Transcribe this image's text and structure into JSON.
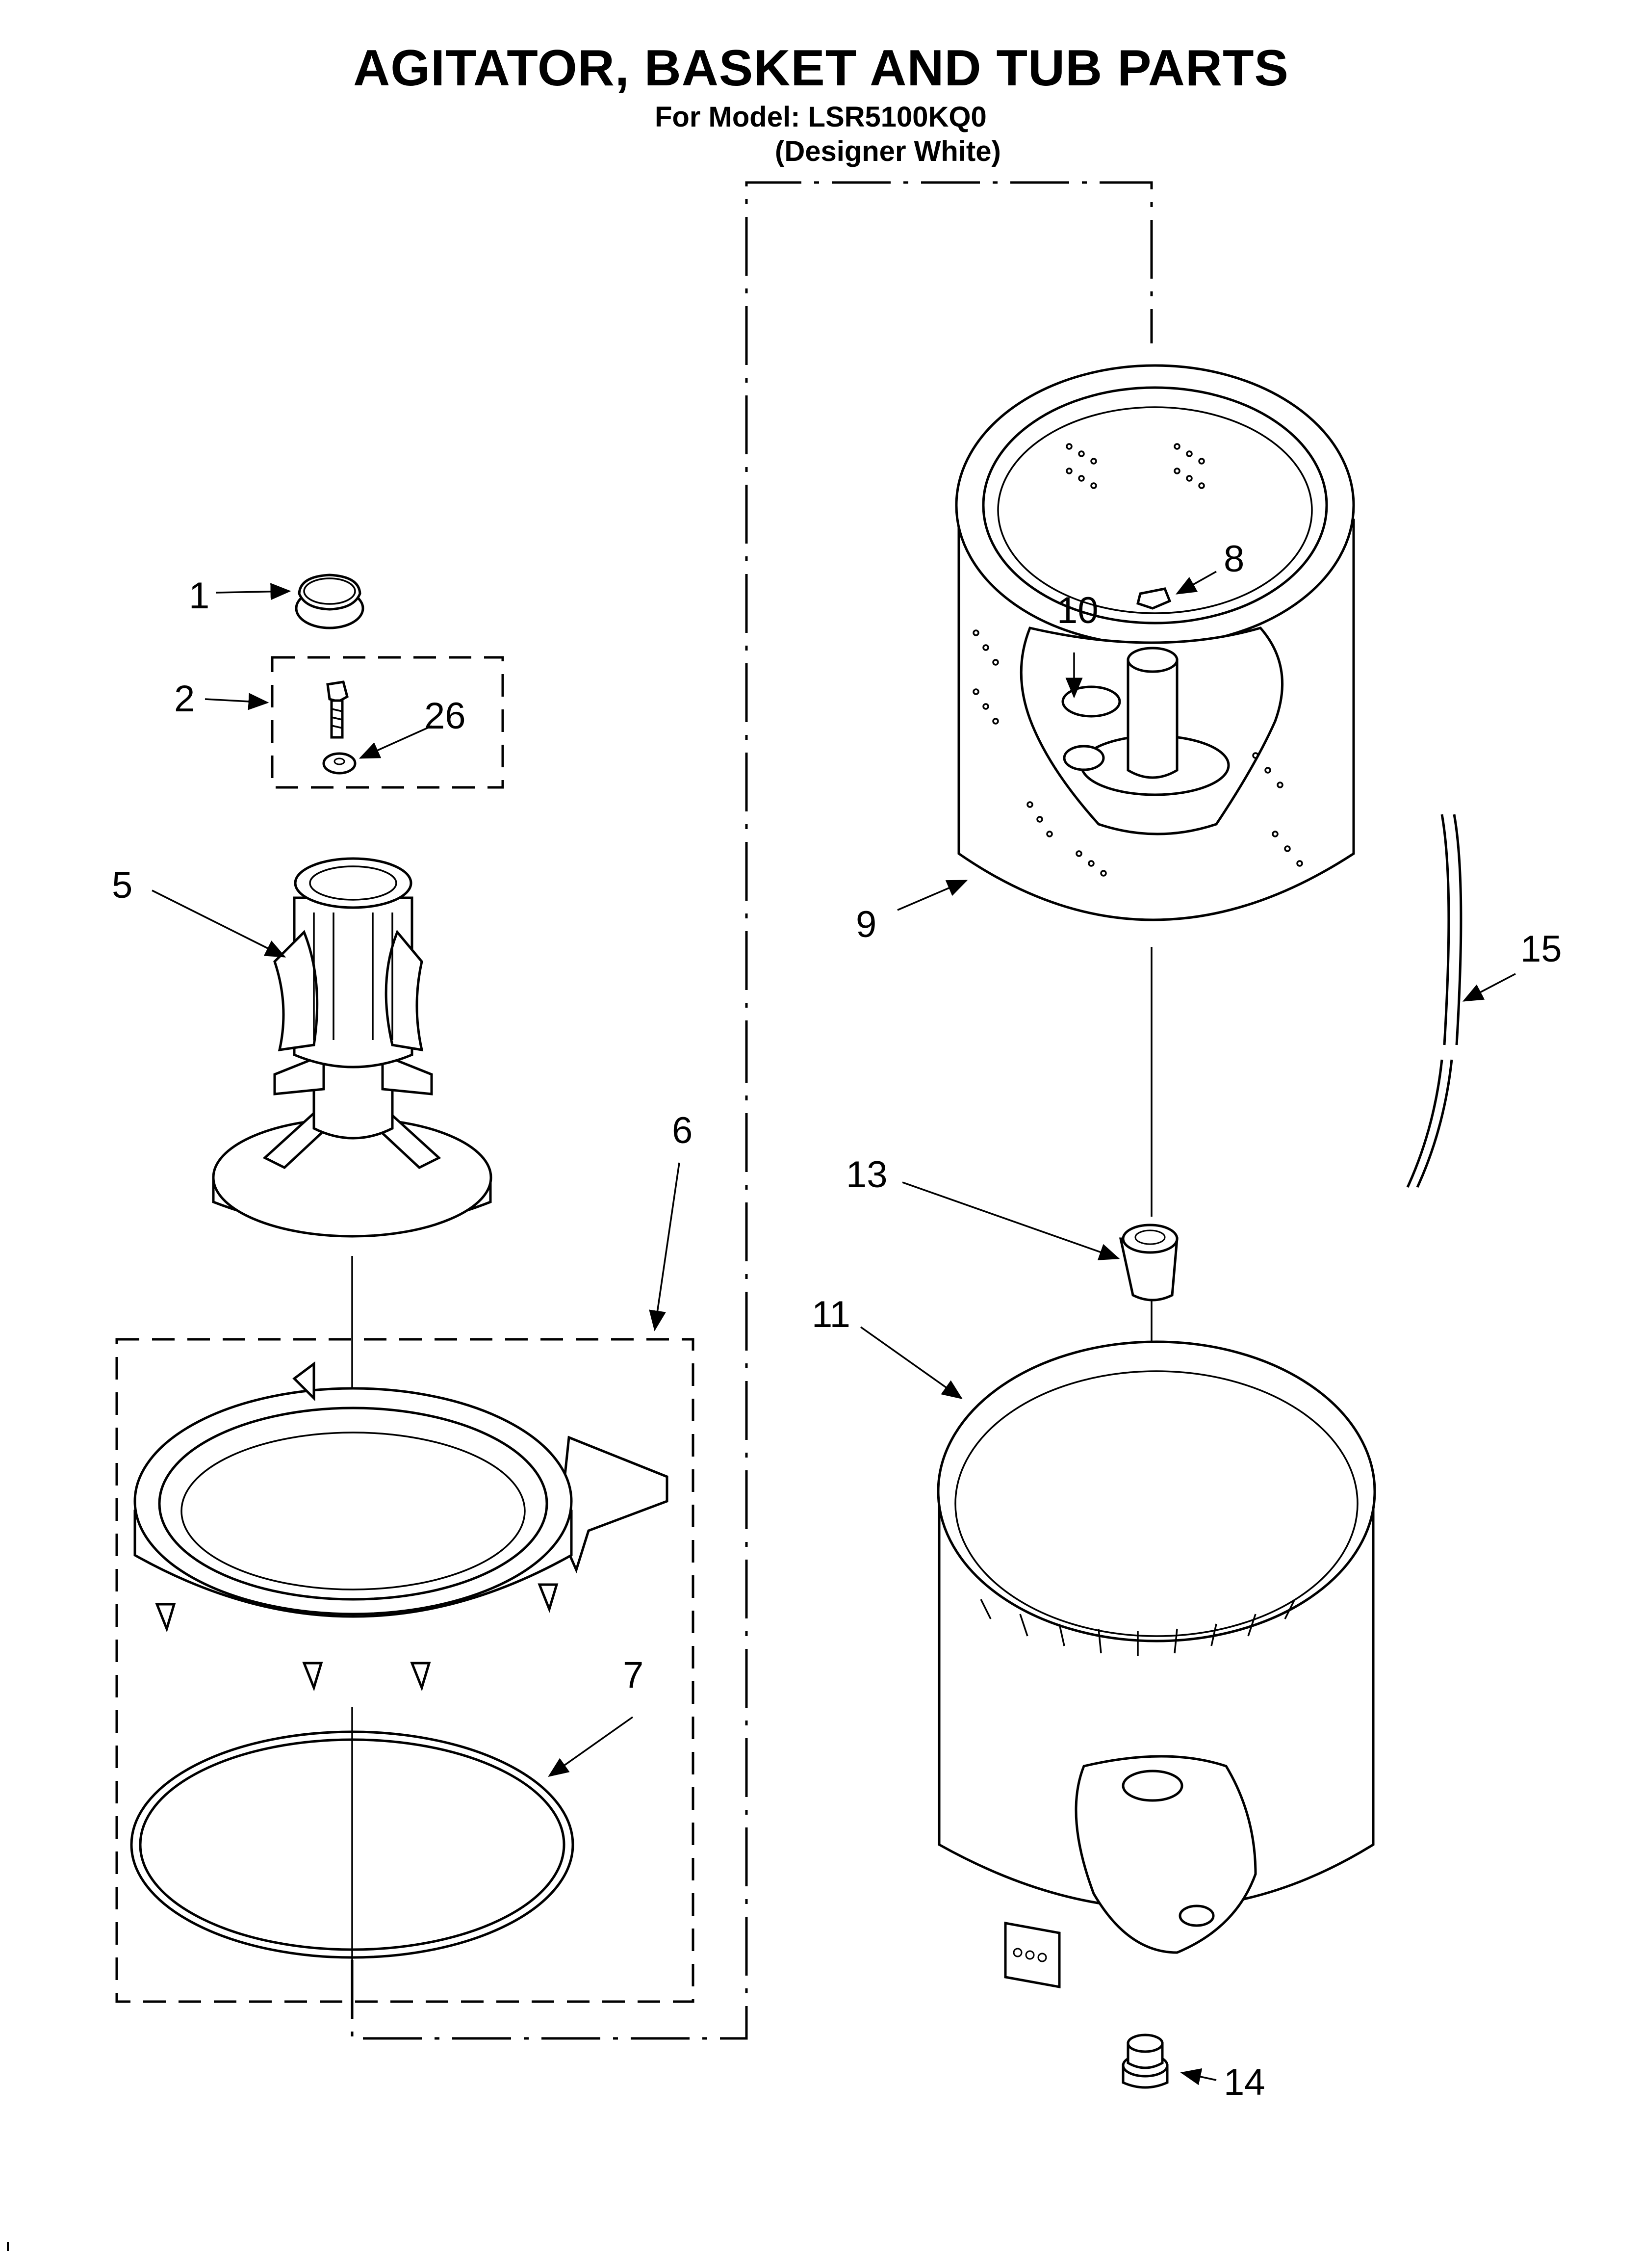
{
  "title": "AGITATOR, BASKET AND TUB PARTS",
  "subtitle": "For Model: LSR5100KQ0",
  "variant": "(Designer White)",
  "callouts": {
    "c1": "1",
    "c2": "2",
    "c5": "5",
    "c6": "6",
    "c7": "7",
    "c8": "8",
    "c9": "9",
    "c10": "10",
    "c11": "11",
    "c13": "13",
    "c14": "14",
    "c15": "15",
    "c26": "26"
  },
  "parts": {
    "p1": "agitator-cap",
    "p2": "agitator-bolt-kit",
    "p5": "agitator",
    "p6": "tub-ring",
    "p7": "tub-ring-seal",
    "p8": "basket-nut",
    "p9": "basket",
    "p10": "basket-drive-block",
    "p11": "tub",
    "p13": "tub-bearing",
    "p14": "drain-plug",
    "p15": "hose",
    "p26": "washer"
  }
}
